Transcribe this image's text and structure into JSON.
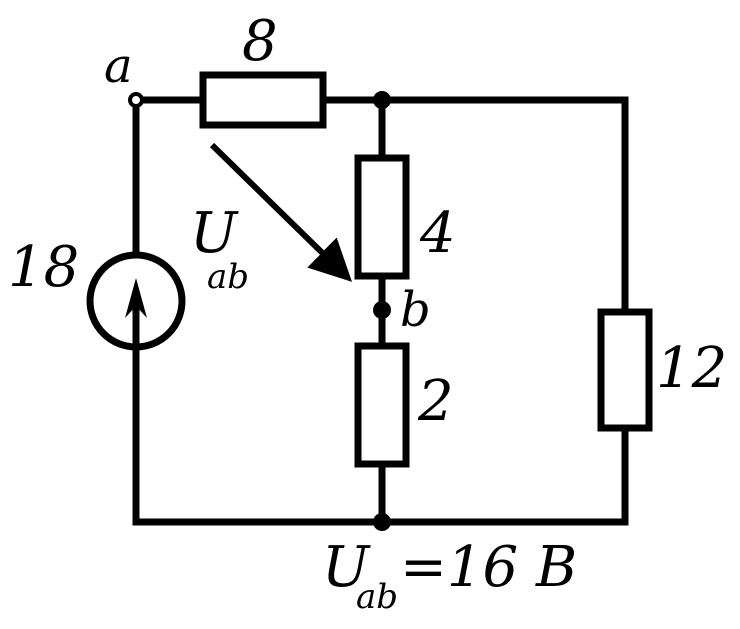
{
  "circuit": {
    "source_label": "18",
    "r_top_label": "8",
    "r_mid_upper_label": "4",
    "r_mid_lower_label": "2",
    "r_right_label": "12",
    "node_a_label": "a",
    "node_b_label": "b",
    "arrow_label_main": "U",
    "arrow_label_sub": "ab",
    "result_main": "U",
    "result_sub": "ab",
    "result_value": "=16 В"
  }
}
